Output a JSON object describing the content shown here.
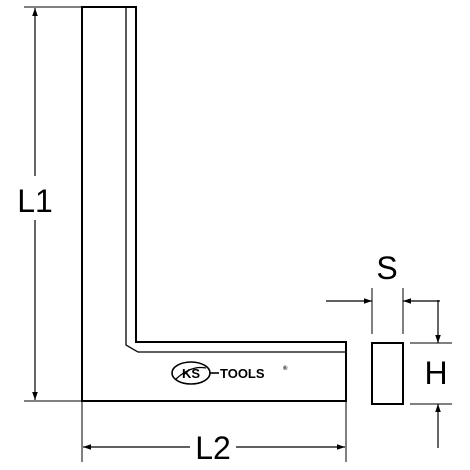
{
  "labels": {
    "l1": "L1",
    "l2": "L2",
    "s": "S",
    "h": "H"
  },
  "logo": {
    "mark": "KS",
    "text": "TOOLS",
    "registered": "®"
  }
}
